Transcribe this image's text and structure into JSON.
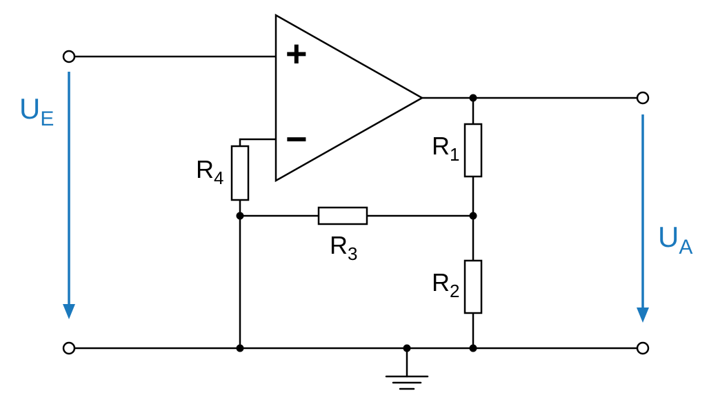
{
  "diagram": {
    "labels": {
      "input_voltage": {
        "base": "U",
        "sub": "E"
      },
      "output_voltage": {
        "base": "U",
        "sub": "A"
      },
      "r1": {
        "base": "R",
        "sub": "1"
      },
      "r2": {
        "base": "R",
        "sub": "2"
      },
      "r3": {
        "base": "R",
        "sub": "3"
      },
      "r4": {
        "base": "R",
        "sub": "4"
      },
      "opamp_plus": "+",
      "opamp_minus": "−"
    },
    "colors": {
      "wire": "#000000",
      "component_fill": "#ffffff",
      "voltage_arrow": "#1b79bd",
      "background": "#ffffff"
    }
  }
}
